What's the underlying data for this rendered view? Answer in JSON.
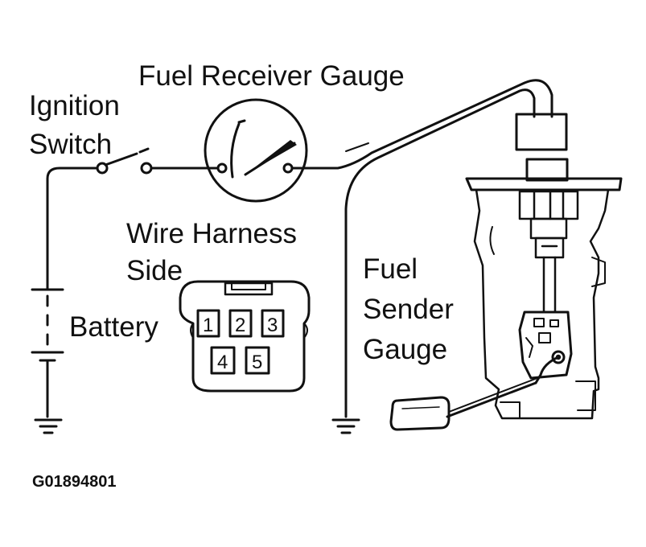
{
  "labels": {
    "fuel_receiver_gauge": "Fuel Receiver Gauge",
    "ignition_line1": "Ignition",
    "ignition_line2": "Switch",
    "wire_harness_line1": "Wire Harness",
    "wire_harness_line2": "Side",
    "battery": "Battery",
    "fuel_sender_line1": "Fuel",
    "fuel_sender_line2": "Sender",
    "fuel_sender_line3": "Gauge"
  },
  "connector": {
    "pins": [
      "1",
      "2",
      "3",
      "4",
      "5"
    ]
  },
  "figure_code": "G01894801",
  "colors": {
    "ink": "#111111",
    "background": "#ffffff"
  }
}
